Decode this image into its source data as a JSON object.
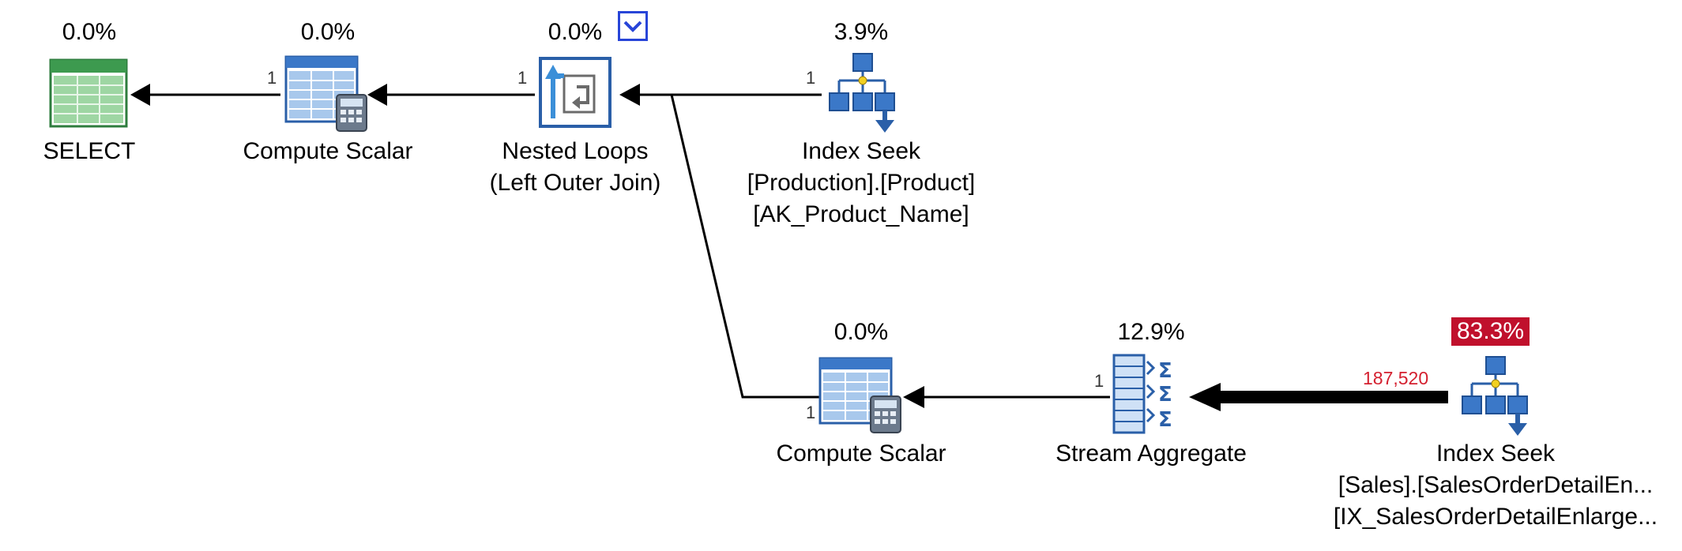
{
  "nodes": {
    "select": {
      "pct": "0.0%",
      "label_lines": [
        "SELECT"
      ]
    },
    "compute_scalar_1": {
      "pct": "0.0%",
      "label_lines": [
        "Compute Scalar"
      ]
    },
    "nested_loops": {
      "pct": "0.0%",
      "label_lines": [
        "Nested Loops",
        "(Left Outer Join)"
      ]
    },
    "index_seek_1": {
      "pct": "3.9%",
      "label_lines": [
        "Index Seek",
        "[Production].[Product]",
        "[AK_Product_Name]"
      ]
    },
    "compute_scalar_2": {
      "pct": "0.0%",
      "label_lines": [
        "Compute Scalar"
      ]
    },
    "stream_aggregate": {
      "pct": "12.9%",
      "label_lines": [
        "Stream Aggregate"
      ]
    },
    "index_seek_2": {
      "pct": "83.3%",
      "label_lines": [
        "Index Seek",
        "[Sales].[SalesOrderDetailEn...",
        "[IX_SalesOrderDetailEnlarge..."
      ]
    }
  },
  "edges": {
    "compute1_to_select": "1",
    "nested_to_compute1": "1",
    "seek1_to_nested": "1",
    "compute2_to_nested": "1",
    "aggregate_to_compute2": "1",
    "seek2_to_aggregate": "187,520"
  },
  "colors": {
    "hot_badge": "#c0102c",
    "hot_rows": "#d4202f",
    "dropdown_border": "#2845d8"
  },
  "icons": {
    "select": "select-result-icon",
    "compute_scalar": "calculator-table-icon",
    "nested_loops": "nested-loops-icon",
    "index_seek": "index-tree-icon",
    "stream_aggregate": "sigma-aggregate-icon",
    "dropdown": "chevron-down-icon"
  }
}
